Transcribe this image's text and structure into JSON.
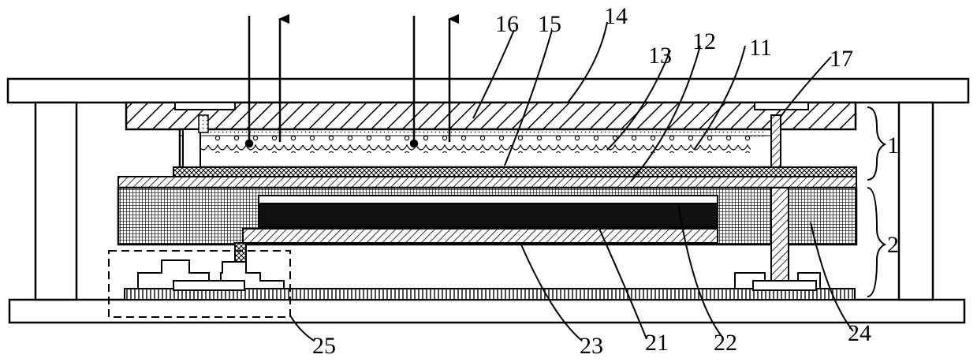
{
  "reference_labels": {
    "l1": "1",
    "l2": "2",
    "l11": "11",
    "l12": "12",
    "l13": "13",
    "l14": "14",
    "l15": "15",
    "l16": "16",
    "l17": "17",
    "l21": "21",
    "l22": "22",
    "l23": "23",
    "l24": "24",
    "l25": "25"
  },
  "colors": {
    "ink": "#000000",
    "paper": "#ffffff",
    "dark_layer": "#111111"
  },
  "icons": [
    "light-ray-up-arrow-icon",
    "dashed-box-region"
  ]
}
